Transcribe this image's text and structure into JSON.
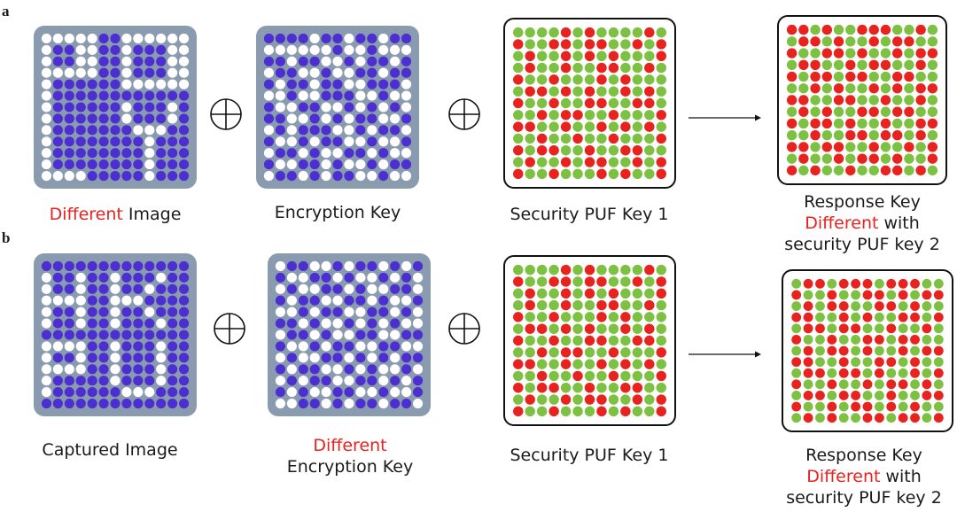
{
  "panels": [
    {
      "letter": "a",
      "image_label": {
        "highlight": "Different",
        "rest": " Image"
      },
      "key_label": {
        "highlight": "",
        "line2": "Encryption Key"
      },
      "puf_label": "Security PUF Key 1",
      "response_label": {
        "line1": "Response Key",
        "highlight": "Different",
        "line2_rest": " with",
        "line3": "security PUF key 2"
      },
      "image_pattern": [
        "WWWWWPPWWWWWW",
        "WPPWWPPWPPPWW",
        "WPPWWPPWPPPWW",
        "WWWWWPPWPPPWW",
        "WPPPPPPWWWWWW",
        "WPPPPPPPPPPPP",
        "WPPPPPPWPPPWP",
        "WPPPPPPWPPPWP",
        "WPPPPPPPWWWPP",
        "WPPPPPPPPWPPP",
        "WPPPPPPPPWPPP",
        "WPPPPPPPPWPPP",
        "WWWWPPPPPWPPP"
      ],
      "key_pattern": [
        "PPPPWPPWPPWPP",
        "WWWWWWPWWPWWW",
        "PPWPPWWPWPPWP",
        "WPPWWPWWPPWPP",
        "PWPPWPPWWPPPW",
        "WWPWWPPPWWPWW",
        "PWWPPWWPWPWPW",
        "PPWWPWPWPPWWP",
        "WPWPPPWWPWPPW",
        "PWWPWPPWWPWWP",
        "WPPWPWWPPWPWW",
        "PWWPPWPWWPWPP",
        "WPPWPWPPWWPWW"
      ],
      "puf1_pattern": [
        "GGGGRGRGGGGRG",
        "RGGRRGRRGGRGR",
        "GRGGRGRGRGGGR",
        "GRGGRGGRRGGRG",
        "RGGRGGGRGRGGG",
        "GRRGRGRGGRGRG",
        "RGGRGGRRGGRRG",
        "GGRGRRGGRGGGR",
        "RRGGRGGRGRGRG",
        "GGRGGRGGRGGGR",
        "RGRRGGRGGRRGG",
        "GRGGRGRRGGRGR",
        "RGGRGGGRGRGGR"
      ],
      "response_pattern": [
        "RRGRGGRRRGGRG",
        "GRRGRGGRGRRGG",
        "RGGRRGRGGRGRR",
        "GRRGGRGRRGGRG",
        "RGRRGRRGGRRGG",
        "GGRGRGGRGRGRR",
        "RRGGRRGGRGGRG",
        "GRGRGGRRGRRGG",
        "RGRRGRGGRGGRR",
        "GGRGGRRGRRGRG",
        "RRGRRGGRGGRGR",
        "GRGGRGRRGRGGR",
        "RGRGGRGGRRGRG"
      ]
    },
    {
      "letter": "b",
      "image_label": {
        "highlight": "",
        "rest": "Captured Image"
      },
      "key_label": {
        "highlight": "Different",
        "line2": "Encryption Key"
      },
      "puf_label": "Security PUF Key 1",
      "response_label": {
        "line1": "Response Key",
        "highlight": "Different",
        "line2_rest": " with",
        "line3": "security PUF key 2"
      },
      "image_pattern": [
        "PPPPPPPPPPPPP",
        "WPPWPPWPPPWPP",
        "WPPWPPWPPWPPP",
        "WWWWPPWWWPPPP",
        "WPPWPPWPPWPPP",
        "WPPWPPWPPPWPP",
        "PPPPPPPPPPPPP",
        "WWWWPPWPPPWPP",
        "WPPWPPWPPPWPP",
        "WWWWPPWPPPWPP",
        "WPPPPPWPPPWPP",
        "WPPPPPPWWWPPP",
        "PPPPPPPPPPPPP"
      ],
      "key_pattern": [
        "WPPWWPWPPWPWP",
        "PWWPPWPWWPWPW",
        "WPWWPPWPWWPPW",
        "PWPPWWPPWPWWP",
        "WWPWPPWWPPWPW",
        "PPWPWWPWPWPWW",
        "WPPWPWWPPWWPP",
        "PWWPWPPWWPPWW",
        "WPWWPPWPWPWPP",
        "PWPPWWPWPWWPW",
        "WPWPPWWPPWPWP",
        "PWPWWPPWWPWWP",
        "WWPPWPWPPWPPW"
      ],
      "puf1_pattern": [
        "GGGGRGRGGGGRG",
        "RGGRRGRRGGRGR",
        "GRGGRGRGRGGGR",
        "GRGGRGGRRGGRG",
        "RGGRGGGRGRGGG",
        "GRRGRGRGGRGRG",
        "RGGRGGRRGGRRG",
        "GGRGRRGGRGGGR",
        "RRGGRGGRGRGRG",
        "GGRGGRGGRGGGR",
        "RGRRGGRGGRRGG",
        "GRGGRGRRGGRGR",
        "RGGRGGGRGRGGR"
      ],
      "response_pattern": [
        "GRRGRRRGRRRGG",
        "RGGRGGRRGRGRR",
        "GRGRRGGRRGRGG",
        "RRGGRGRGGRRGR",
        "GRRGRRGGRGGRG",
        "RGGRGGRRGRRGG",
        "GRGRRGRGGRGRR",
        "RRGGRGGRRGRGG",
        "GRRGRRGRGGRGR",
        "RGGRGGRGRRGRG",
        "GRRGRRGGRGGRR",
        "RGGRGRRGRGRGG",
        "GRGRGGRRGRRGR"
      ]
    }
  ],
  "colors": {
    "grid_bg": "#8a9aaf",
    "purple_dot": "#4b2fd0",
    "white_dot": "#ffffff",
    "red_dot": "#e8221f",
    "green_dot": "#7dc142",
    "highlight_text": "#e8221f"
  },
  "icons": {
    "operator": "xor-circled-plus-icon",
    "arrow": "arrow-right-icon"
  }
}
